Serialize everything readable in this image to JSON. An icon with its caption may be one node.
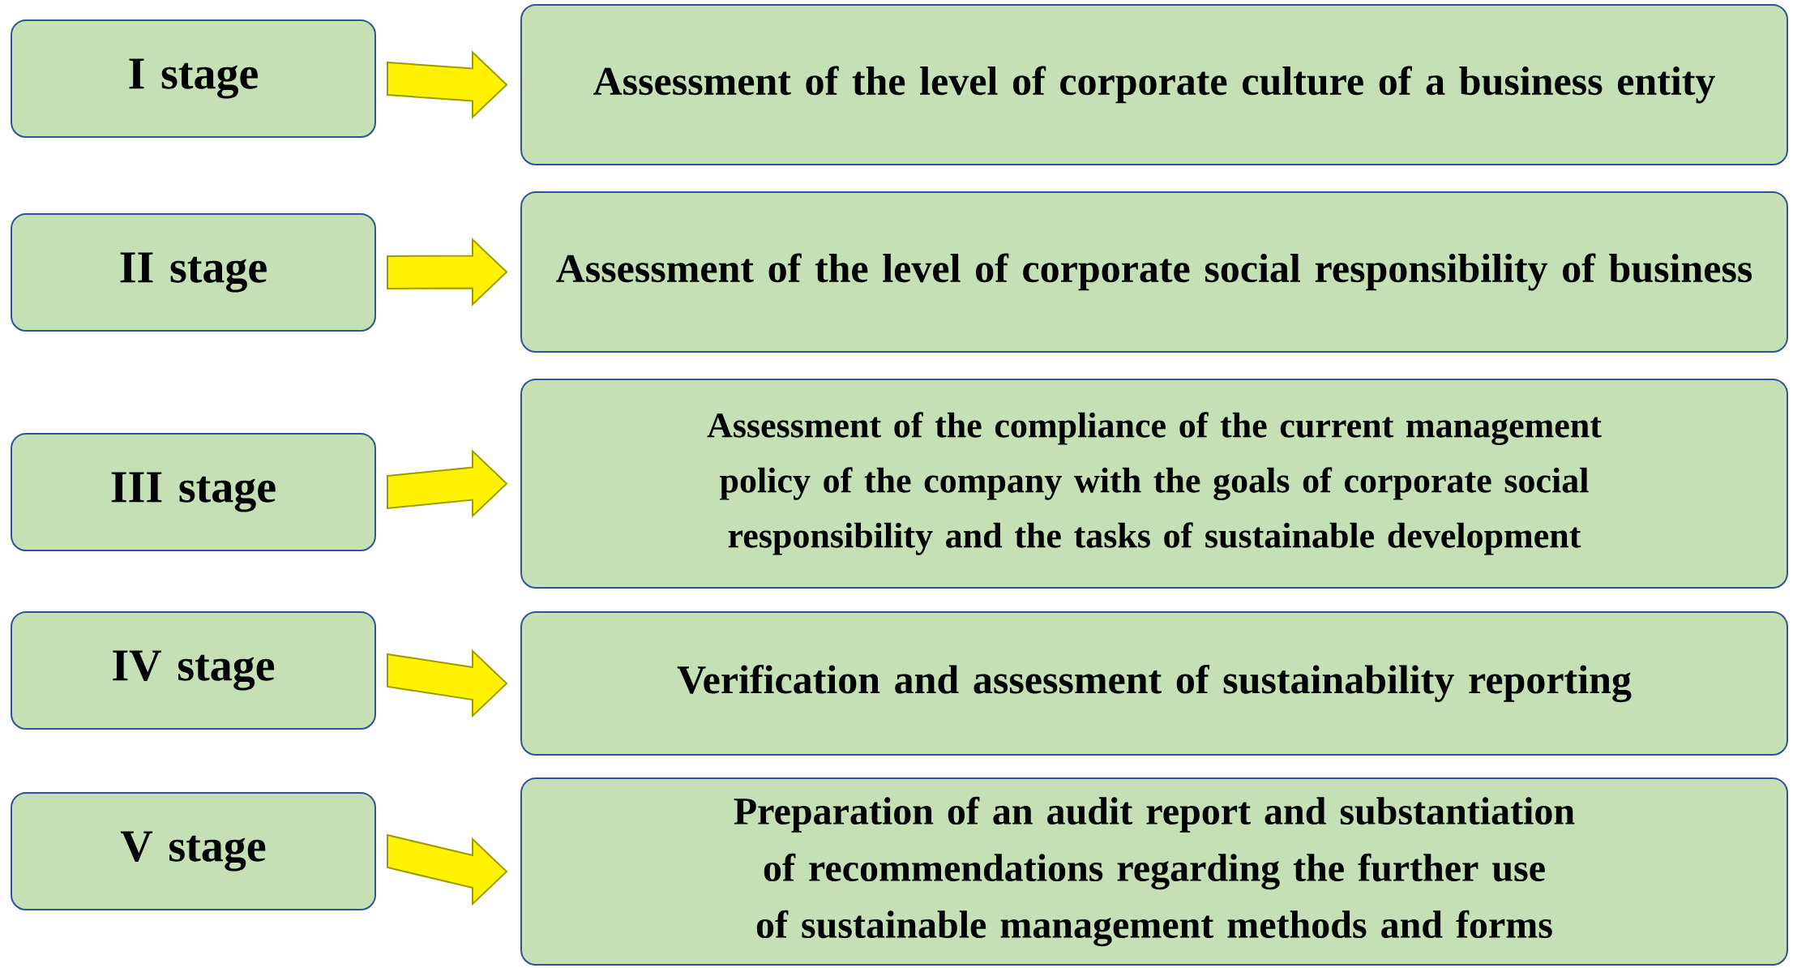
{
  "diagram": {
    "nodes": [
      {
        "text": [
          "I stage"
        ]
      },
      {
        "text": [
          "Assessment of the level of corporate culture of a business entity"
        ]
      },
      {
        "text": [
          "II stage"
        ]
      },
      {
        "text": [
          "Assessment of the level of corporate social responsibility of business"
        ]
      },
      {
        "text": [
          "III stage"
        ]
      },
      {
        "text": [
          "Assessment of the compliance of the current management policy of the company with the goals of corporate social responsibility and the tasks of sustainable development"
        ]
      },
      {
        "text": [
          "IV stage"
        ]
      },
      {
        "text": [
          "Verification and assessment of sustainability reporting"
        ]
      },
      {
        "text": [
          "V stage"
        ]
      },
      {
        "text": [
          "Preparation of an audit report and substantiation of recommendations regarding the further use of sustainable management methods and forms"
        ]
      }
    ],
    "edges": [
      {
        "from": 0,
        "to": 1,
        "arrow": "to"
      },
      {
        "from": 2,
        "to": 3,
        "arrow": "to"
      },
      {
        "from": 4,
        "to": 5,
        "arrow": "to"
      },
      {
        "from": 6,
        "to": 7,
        "arrow": "to"
      },
      {
        "from": 8,
        "to": 9,
        "arrow": "to"
      }
    ]
  }
}
